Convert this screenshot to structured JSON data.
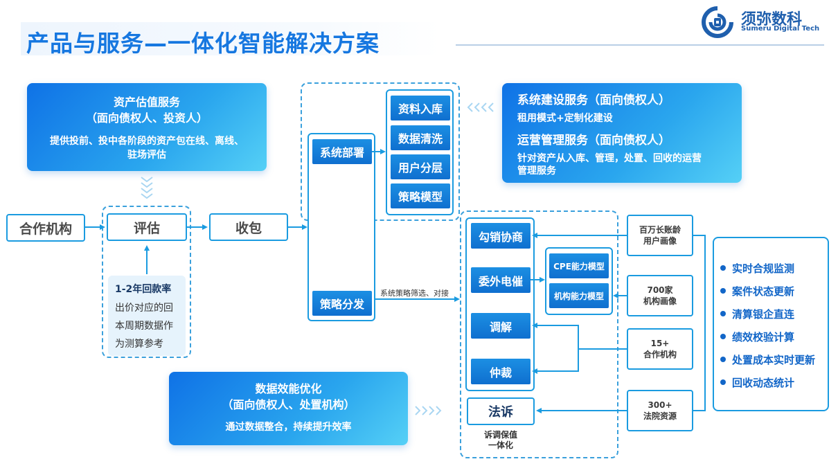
{
  "header": {
    "title": "产品与服务—一体化智能解决方案",
    "logo_name": "须弥数科",
    "logo_sub": "Sumeru Digital Tech"
  },
  "asset_valuation": {
    "title": "资产估值服务",
    "subtitle": "（面向债权人、投资人）",
    "desc_line1": "提供投前、投中各阶段的资产包在线、离线、",
    "desc_line2": "驻场评估"
  },
  "flow": {
    "partner": "合作机构",
    "evaluate": "评估",
    "package": "收包",
    "system_deploy": "系统部署",
    "strategy_dispatch": "策略分发",
    "dispatch_note": "系统策略筛选、对接"
  },
  "data_steps": [
    "资料入库",
    "数据清洗",
    "用户分层",
    "策略模型"
  ],
  "return_rate": {
    "title": "1-2年回款率",
    "line1": "出价对应的回",
    "line2": "本周期数据作",
    "line3": "为测算参考"
  },
  "system_services": {
    "build_title": "系统建设服务（面向债权人）",
    "build_desc": "租用模式+定制化建设",
    "ops_title": "运营管理服务（面向债权人）",
    "ops_desc_line1": "针对资产从入库、管理，处置、回收的运营",
    "ops_desc_line2": "管理服务"
  },
  "disposal": {
    "items": [
      "勾销协商",
      "委外电催",
      "调解",
      "仲裁",
      "法诉"
    ],
    "models": [
      "CPE能力模型",
      "机构能力模型"
    ],
    "footer_line1": "诉调保值",
    "footer_line2": "一体化"
  },
  "resources": [
    {
      "line1": "百万长账龄",
      "line2": "用户画像"
    },
    {
      "line1": "700家",
      "line2": "机构画像"
    },
    {
      "line1": "15+",
      "line2": "合作机构"
    },
    {
      "line1": "300+",
      "line2": "法院资源"
    }
  ],
  "features": [
    "实时合规监测",
    "案件状态更新",
    "清算银企直连",
    "绩效校验计算",
    "处置成本实时更新",
    "回收动态统计"
  ],
  "data_optimization": {
    "title": "数据效能优化",
    "subtitle": "（面向债权人、处置机构）",
    "desc": "通过数据整合，持续提升效率"
  },
  "colors": {
    "brand_blue": "#1677e0",
    "arrow_blue": "#1a9be0",
    "dark_blue": "#0f6fcf",
    "bullet_blue": "#1266c8"
  }
}
